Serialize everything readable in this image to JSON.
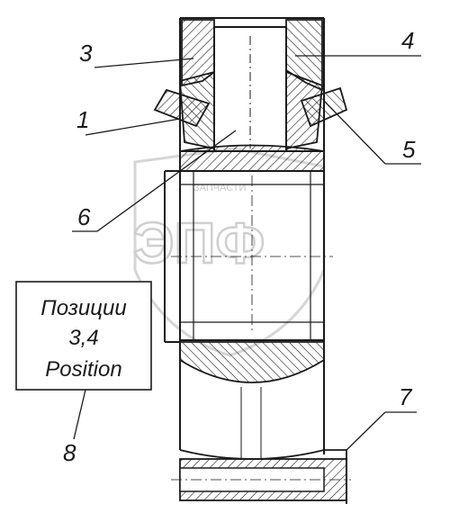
{
  "callouts": [
    {
      "id": "callout-3",
      "label": "3"
    },
    {
      "id": "callout-4",
      "label": "4"
    },
    {
      "id": "callout-1",
      "label": "1"
    },
    {
      "id": "callout-5",
      "label": "5"
    },
    {
      "id": "callout-6",
      "label": "6"
    },
    {
      "id": "callout-7",
      "label": "7"
    },
    {
      "id": "callout-8",
      "label": "8"
    }
  ],
  "note_box": {
    "line1": "Позиции",
    "line2": "3,4",
    "line3": "Position"
  },
  "watermark": {
    "logo_text": "ЭПФ",
    "small_text": "ЗАПЧАСТИ"
  },
  "colors": {
    "ink": "#1a1a1a",
    "watermark": "#cfcfcf"
  }
}
